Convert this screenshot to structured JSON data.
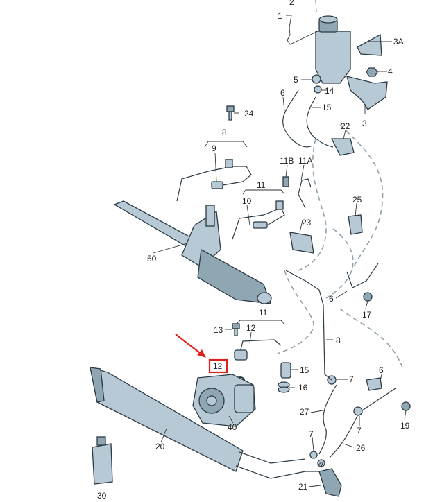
{
  "diagram": {
    "highlight_color": "#e0201b",
    "highlighted_label": "12",
    "labels": {
      "l1": "1",
      "l2": "2",
      "l3": "3",
      "l3a": "3A",
      "l4": "4",
      "l5": "5",
      "l6a": "6",
      "l6b": "6",
      "l6c": "6",
      "l7a": "7",
      "l7b": "7",
      "l7c": "7",
      "l7d": "7",
      "l8a": "8",
      "l8b": "8",
      "l9": "9",
      "l10": "10",
      "l11a": "11",
      "l11b": "11",
      "l11B": "11B",
      "l11A": "11A",
      "l12a": "12",
      "l13": "13",
      "l14": "14",
      "l15a": "15",
      "l15b": "15",
      "l16": "16",
      "l17": "17",
      "l19": "19",
      "l20": "20",
      "l21": "21",
      "l22": "22",
      "l23": "23",
      "l24": "24",
      "l25": "25",
      "l26": "26",
      "l27": "27",
      "l30": "30",
      "l40": "40",
      "l50": "50"
    }
  }
}
